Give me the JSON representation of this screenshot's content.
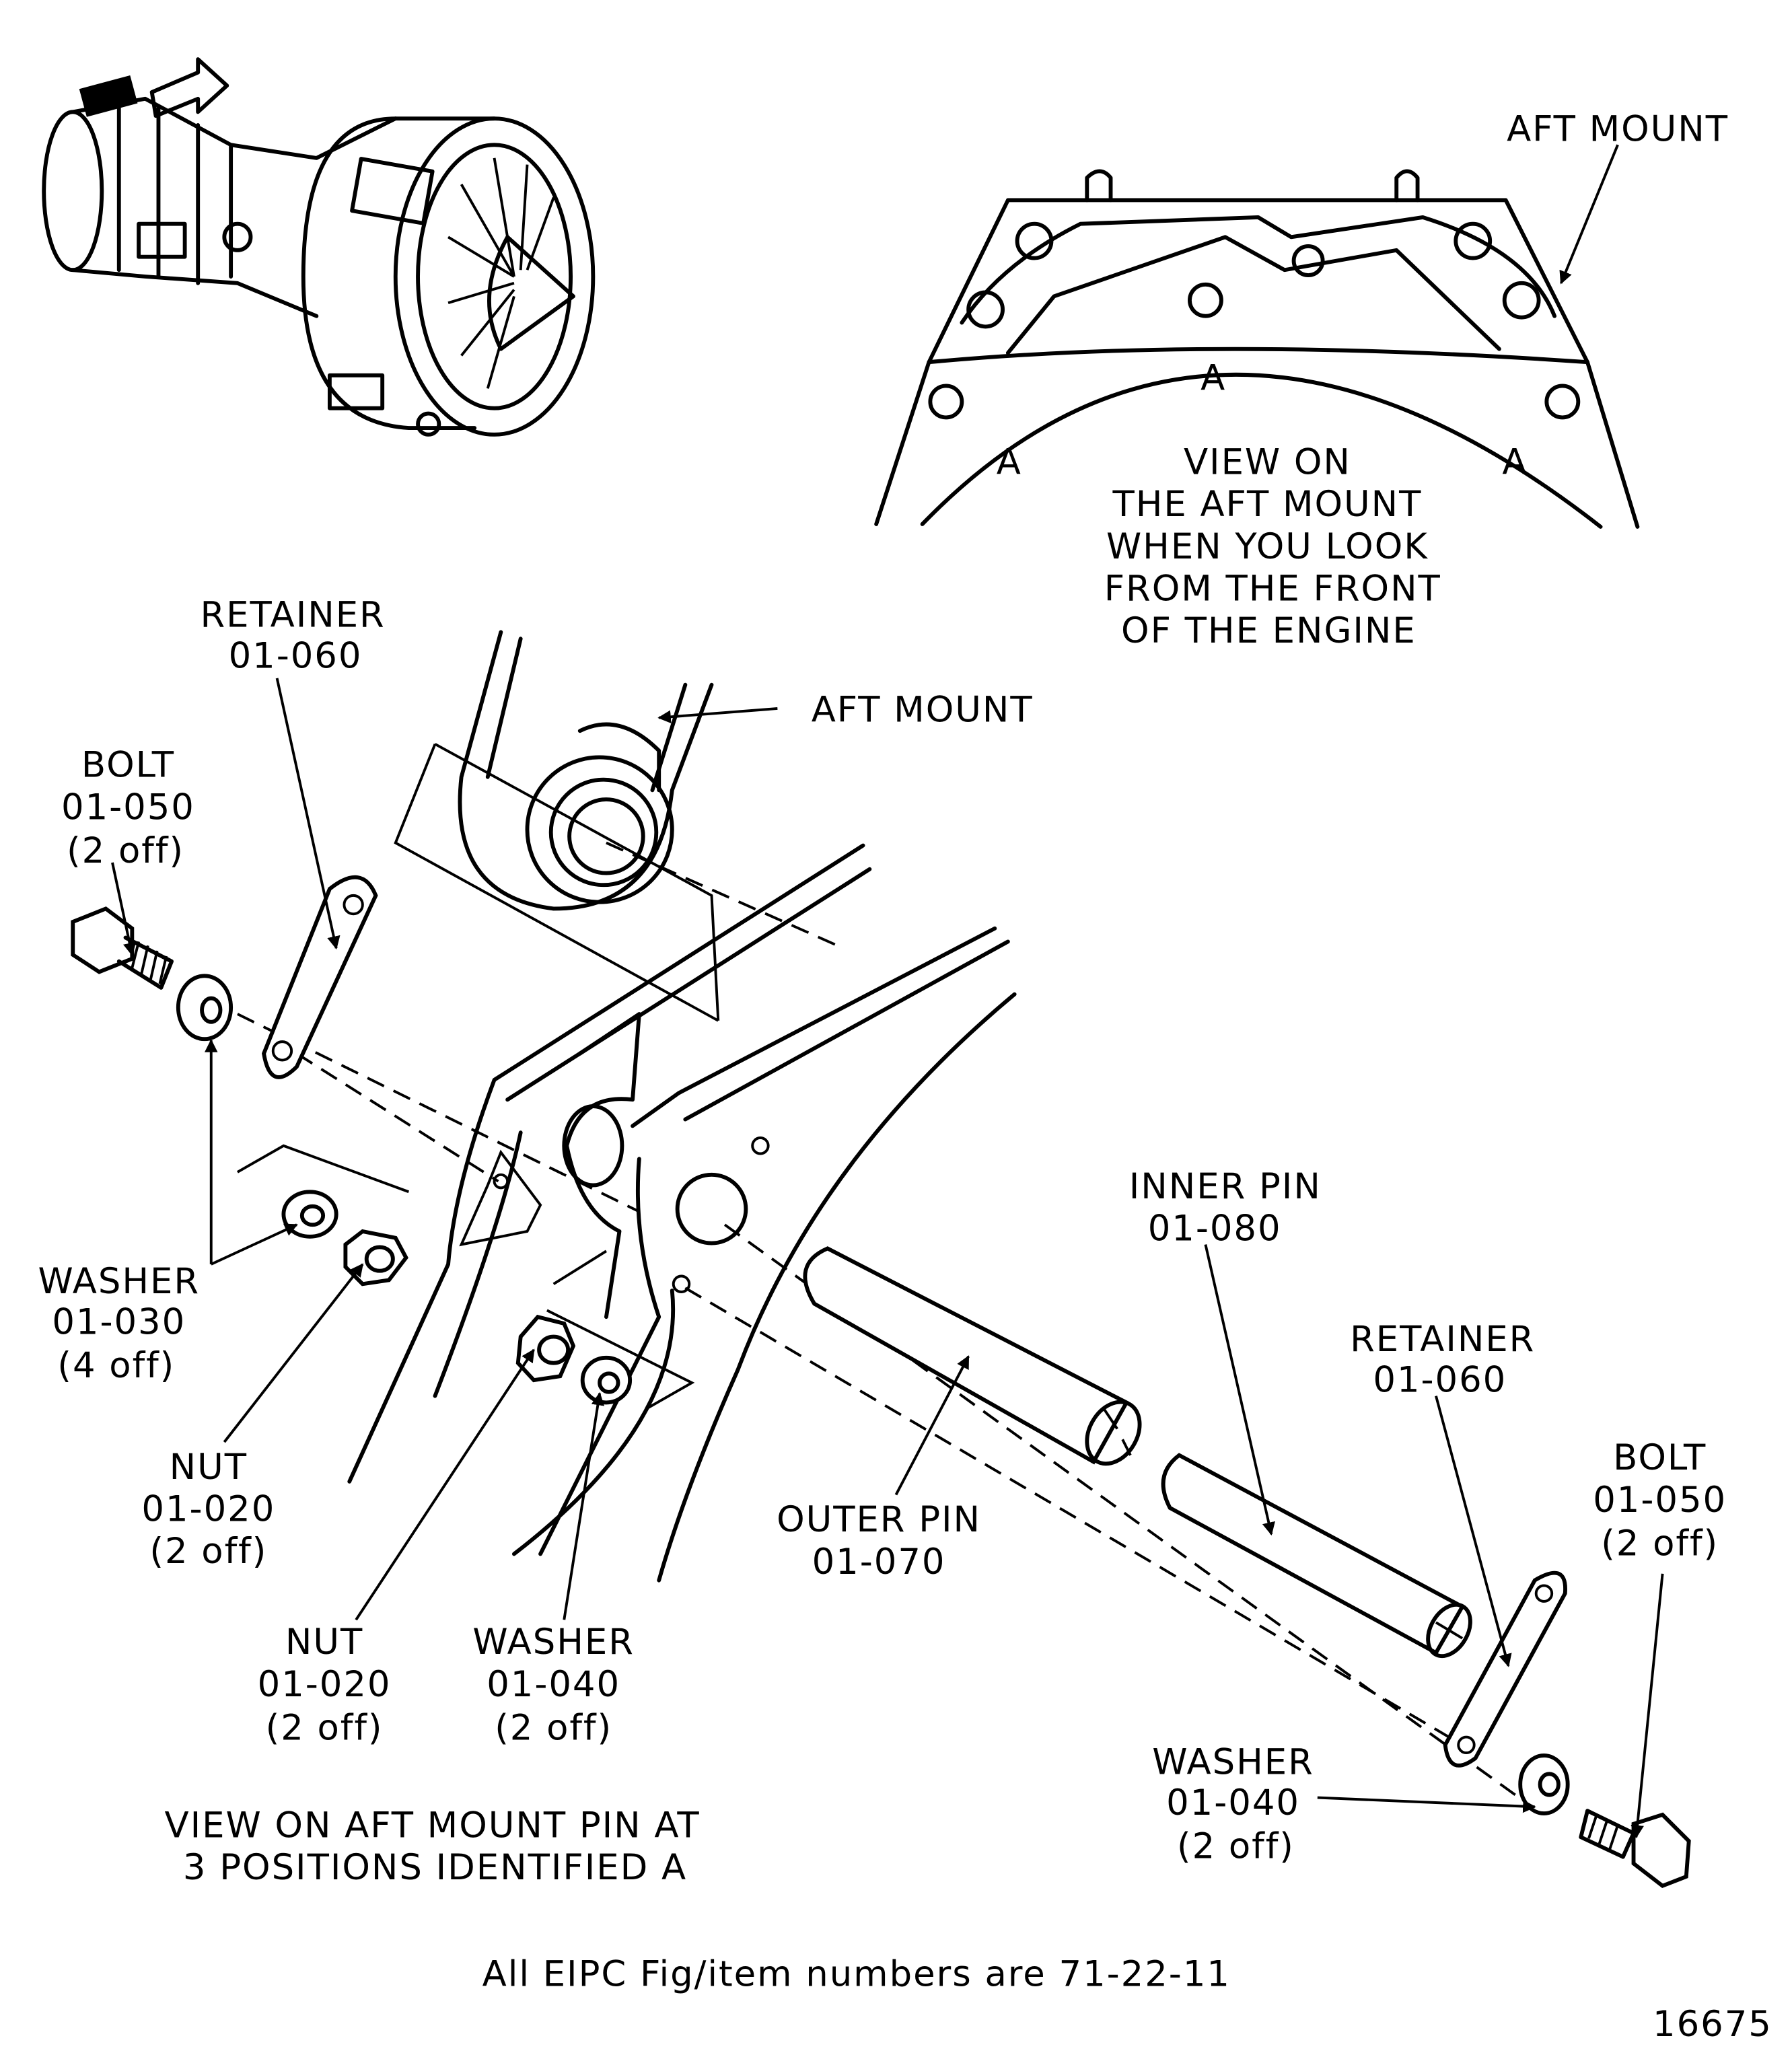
{
  "figure_number": "16675",
  "footer_note": "All EIPC Fig/item numbers are 71-22-11",
  "front_view": {
    "callout": "AFT MOUNT",
    "position_label": "A",
    "caption": [
      "VIEW ON",
      "THE AFT MOUNT",
      "WHEN YOU LOOK",
      "FROM THE FRONT",
      "OF THE ENGINE"
    ]
  },
  "exploded_view": {
    "caption": [
      "VIEW ON AFT MOUNT PIN AT",
      "3 POSITIONS IDENTIFIED A"
    ],
    "aft_mount": "AFT MOUNT",
    "parts": {
      "retainer_left": [
        "RETAINER",
        "01-060"
      ],
      "bolt_left": [
        "BOLT",
        "01-050",
        "(2 off)"
      ],
      "washer_030": [
        "WASHER",
        "01-030",
        "(4 off)"
      ],
      "nut_upper": [
        "NUT",
        "01-020",
        "(2 off)"
      ],
      "nut_lower": [
        "NUT",
        "01-020",
        "(2 off)"
      ],
      "washer_040_left": [
        "WASHER",
        "01-040",
        "(2 off)"
      ],
      "outer_pin": [
        "OUTER PIN",
        "01-070"
      ],
      "inner_pin": [
        "INNER PIN",
        "01-080"
      ],
      "retainer_right": [
        "RETAINER",
        "01-060"
      ],
      "bolt_right": [
        "BOLT",
        "01-050",
        "(2 off)"
      ],
      "washer_040_right": [
        "WASHER",
        "01-040",
        "(2 off)"
      ]
    }
  }
}
